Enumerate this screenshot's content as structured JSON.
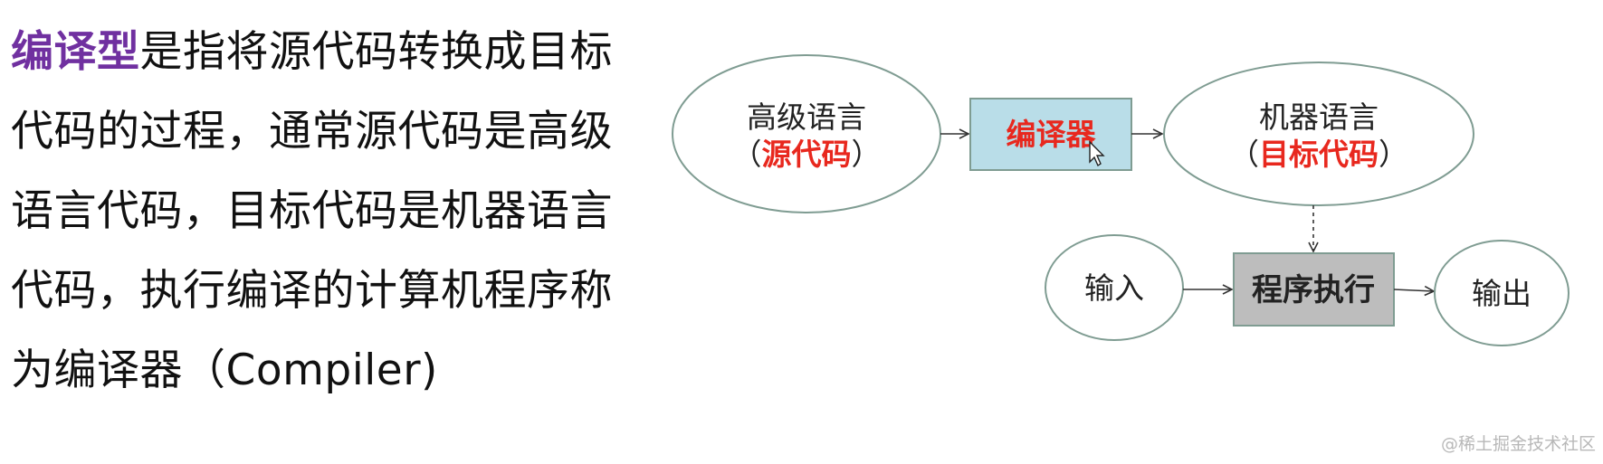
{
  "paragraph": {
    "term": "编译型",
    "line1_rest": "是指将源代码转换成目标",
    "line2": "代码的过程，通常源代码是高级",
    "line3": "语言代码，目标代码是机器语言",
    "line4": "代码，执行编译的计算机程序称",
    "line5": "为编译器（Compiler)"
  },
  "diagram": {
    "source_node": {
      "line1": "高级语言",
      "open_paren": "（",
      "highlight": "源代码",
      "close_paren": "）"
    },
    "compiler_node": {
      "label": "编译器"
    },
    "target_node": {
      "line1": "机器语言",
      "open_paren": "（",
      "highlight": "目标代码",
      "close_paren": "）"
    },
    "input_node": {
      "label": "输入"
    },
    "execute_node": {
      "label": "程序执行"
    },
    "output_node": {
      "label": "输出"
    }
  },
  "colors": {
    "term_purple": "#7030a0",
    "highlight_red": "#e8281e",
    "compiler_fill": "#b9dde8",
    "execute_fill": "#bdbdbd",
    "node_stroke": "#7f9c92"
  },
  "watermark": "@稀土掘金技术社区"
}
